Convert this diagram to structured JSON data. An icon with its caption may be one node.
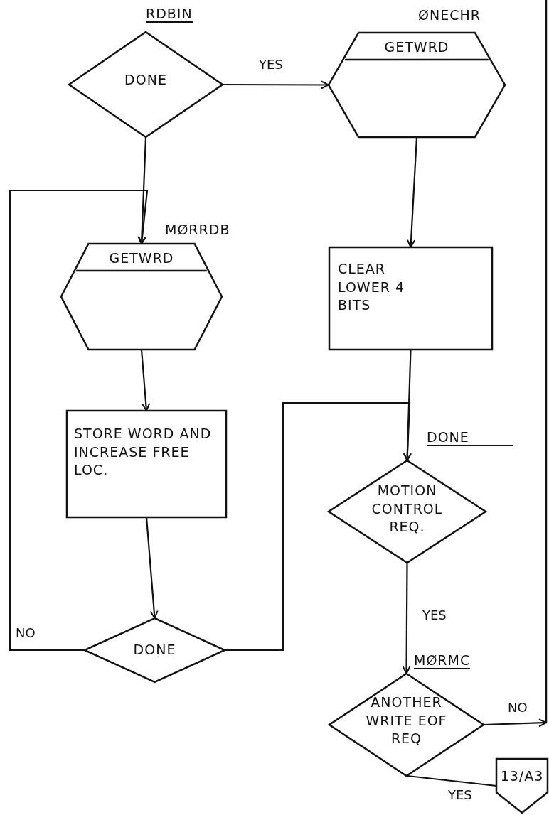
{
  "diagram": {
    "nodes": [
      {
        "text": [
          "DONE"
        ],
        "beside": [
          "RDBIN"
        ]
      },
      {
        "text": [
          "GETWRD"
        ],
        "beside": [
          "ØNECHR"
        ]
      },
      {
        "text": [
          "GETWRD"
        ],
        "beside": [
          "MØRRDB"
        ]
      },
      {
        "text": [
          "STORE WORD AND INCREASE FREE LOC."
        ]
      },
      {
        "text": [
          "DONE"
        ]
      },
      {
        "text": [
          "CLEAR LOWER 4 BITS"
        ]
      },
      {
        "text": [
          "MOTION CONTROL REQ."
        ],
        "beside": [
          "DONE"
        ]
      },
      {
        "text": [
          "ANOTHER WRITE EOF REQ"
        ],
        "beside": [
          "MØRMC"
        ]
      },
      {
        "text": [
          "13/A3"
        ]
      }
    ],
    "edges": [
      {
        "from": 0,
        "to": 1,
        "arrow": "to",
        "label": "YES"
      },
      {
        "from": 0,
        "to": 2,
        "arrow": "to"
      },
      {
        "from": 4,
        "to": 2,
        "arrow": "to",
        "label": "NO"
      },
      {
        "from": 2,
        "to": 3,
        "arrow": "to"
      },
      {
        "from": 3,
        "to": 4,
        "arrow": "to"
      },
      {
        "from": 4,
        "to": 6,
        "arrow": "to"
      },
      {
        "from": 1,
        "to": 5,
        "arrow": "to"
      },
      {
        "from": 5,
        "to": 6,
        "arrow": "to"
      },
      {
        "from": 6,
        "to": 7,
        "arrow": "to",
        "label": "YES"
      },
      {
        "from": 7,
        "to": null,
        "arrow": "to",
        "label": "NO"
      },
      {
        "from": 7,
        "to": 8,
        "arrow": "none",
        "label": "YES"
      }
    ]
  }
}
